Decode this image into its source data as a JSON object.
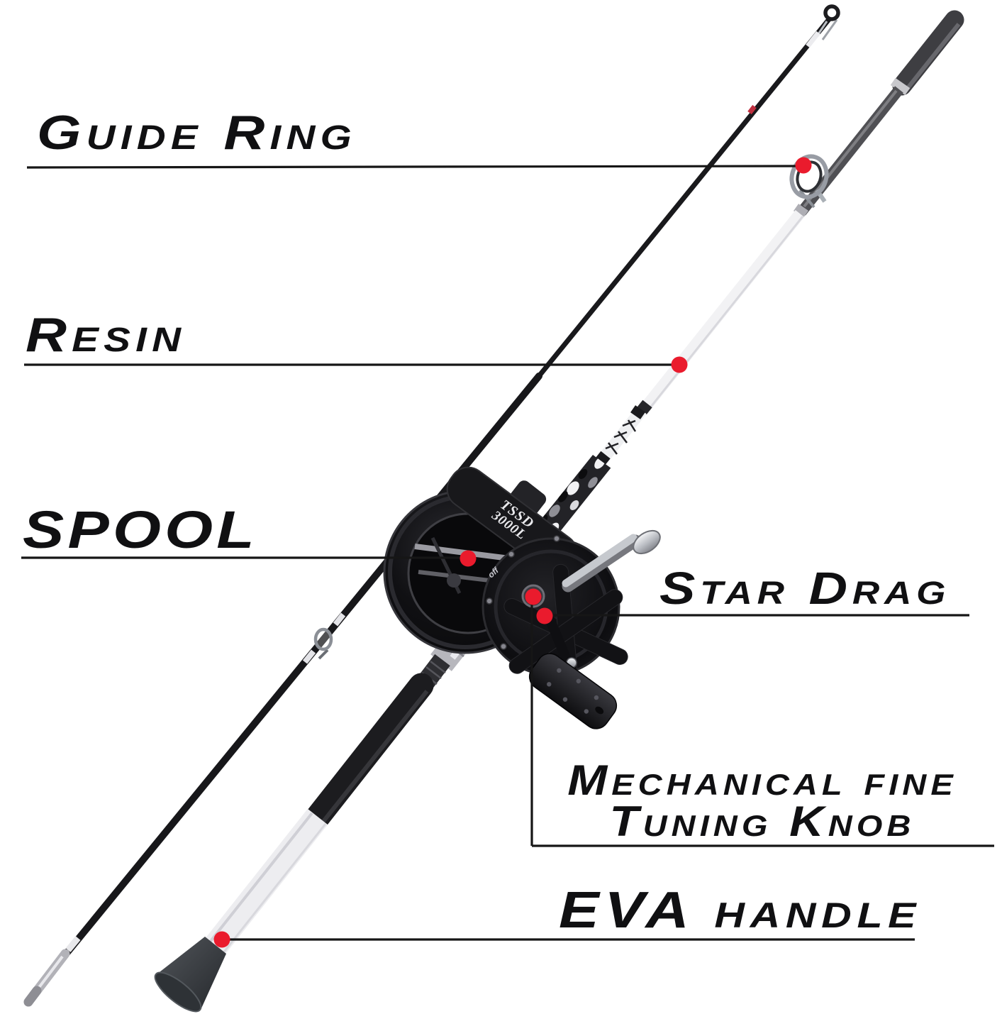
{
  "callouts": {
    "guide_ring": {
      "label": "Guide Ring"
    },
    "resin": {
      "label": "Resin"
    },
    "spool": {
      "label": "SPOOL"
    },
    "star_drag": {
      "label": "Star Drag"
    },
    "mech_knob": {
      "label_line1": "Mechanical fine",
      "label_line2": "Tuning Knob"
    },
    "eva_handle": {
      "label": "EVA handle"
    }
  },
  "reel": {
    "model_line1": "TSSD",
    "model_line2": "3000L",
    "switch_label": "off"
  },
  "colors": {
    "marker_red": "#ea1b2d",
    "label_text": "#101012",
    "callout_line": "#161616",
    "background": "#ffffff"
  }
}
